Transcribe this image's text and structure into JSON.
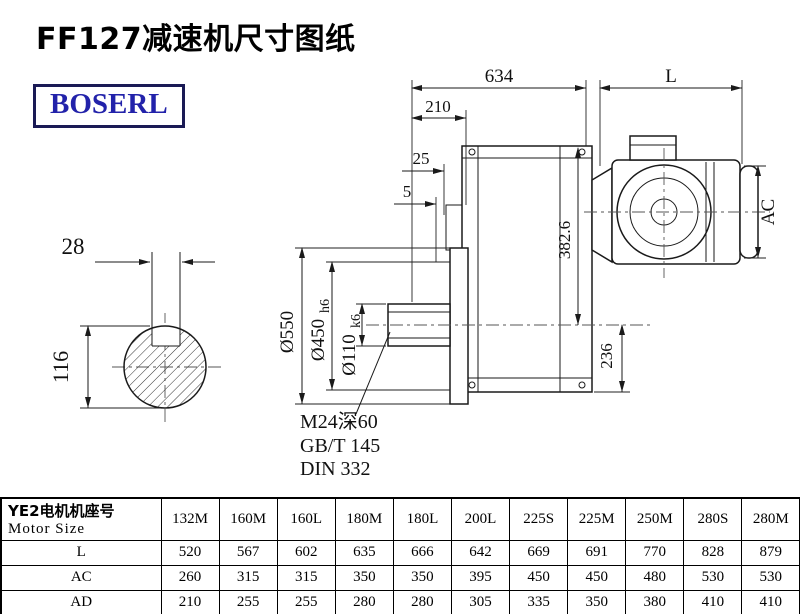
{
  "page": {
    "title": "FF127减速机尺寸图纸"
  },
  "logo": {
    "text": "BOSERL",
    "text_color": "#2222aa",
    "border_color": "#1a1a55"
  },
  "drawing": {
    "dims": {
      "overall_width": "634",
      "motor_length": "L",
      "d210": "210",
      "d25": "25",
      "d5": "5",
      "key_width": "28",
      "shaft_section_height": "116",
      "flange_od": "Ø550",
      "flange_spigot": "Ø450",
      "flange_spigot_tol": "h6",
      "shaft_bore": "Ø110",
      "shaft_bore_tol": "k6",
      "height_382": "382.6",
      "d236": "236",
      "motor_od": "AC"
    },
    "notes": {
      "tapped_hole": "M24深60",
      "standard_gb": "GB/T 145",
      "standard_din": "DIN 332"
    }
  },
  "table": {
    "row_header_line1": "YE2电机机座号",
    "row_header_line2": "Motor Size",
    "columns": [
      "132M",
      "160M",
      "160L",
      "180M",
      "180L",
      "200L",
      "225S",
      "225M",
      "250M",
      "280S",
      "280M"
    ],
    "rows": [
      {
        "label": "L",
        "values": [
          "520",
          "567",
          "602",
          "635",
          "666",
          "642",
          "669",
          "691",
          "770",
          "828",
          "879"
        ]
      },
      {
        "label": "AC",
        "values": [
          "260",
          "315",
          "315",
          "350",
          "350",
          "395",
          "450",
          "450",
          "480",
          "530",
          "530"
        ]
      },
      {
        "label": "AD",
        "values": [
          "210",
          "255",
          "255",
          "280",
          "280",
          "305",
          "335",
          "350",
          "380",
          "410",
          "410"
        ]
      }
    ]
  }
}
